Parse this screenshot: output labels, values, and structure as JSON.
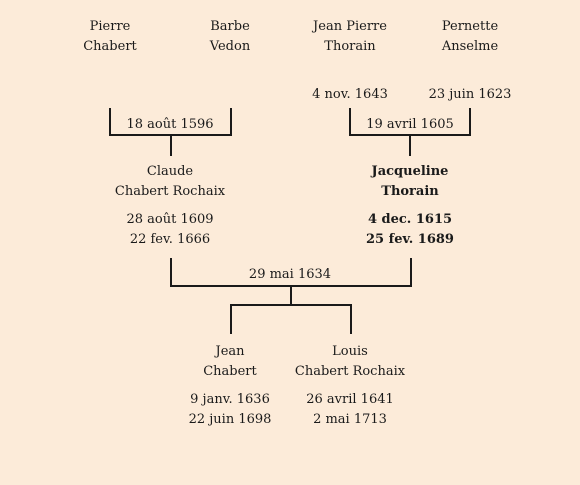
{
  "people": {
    "pierre_chabert": {
      "first": "Pierre",
      "last": "Chabert"
    },
    "barbe_vedon": {
      "first": "Barbe",
      "last": "Vedon"
    },
    "jean_pierre_thorain": {
      "first": "Jean Pierre",
      "last": "Thorain",
      "birth": "4 nov. 1643"
    },
    "pernette_anselme": {
      "first": "Pernette",
      "last": "Anselme",
      "birth": "23 juin 1623"
    },
    "claude_chabert_rochaix": {
      "first": "Claude",
      "last": "Chabert Rochaix",
      "birth": "28 août 1609",
      "death": "22 fev. 1666"
    },
    "jacqueline_thorain": {
      "first": "Jacqueline",
      "last": "Thorain",
      "birth": "4 dec. 1615",
      "death": "25 fev. 1689"
    },
    "jean_chabert": {
      "first": "Jean",
      "last": "Chabert",
      "birth": "9 janv. 1636",
      "death": "22 juin 1698"
    },
    "louis_chabert_rochaix": {
      "first": "Louis",
      "last": "Chabert Rochaix",
      "birth": "26 avril 1641",
      "death": "2 mai 1713"
    }
  },
  "marriages": {
    "chabert_vedon": "18 août 1596",
    "thorain_anselme": "19 avril 1605",
    "claude_jacqueline": "29 mai 1634"
  }
}
